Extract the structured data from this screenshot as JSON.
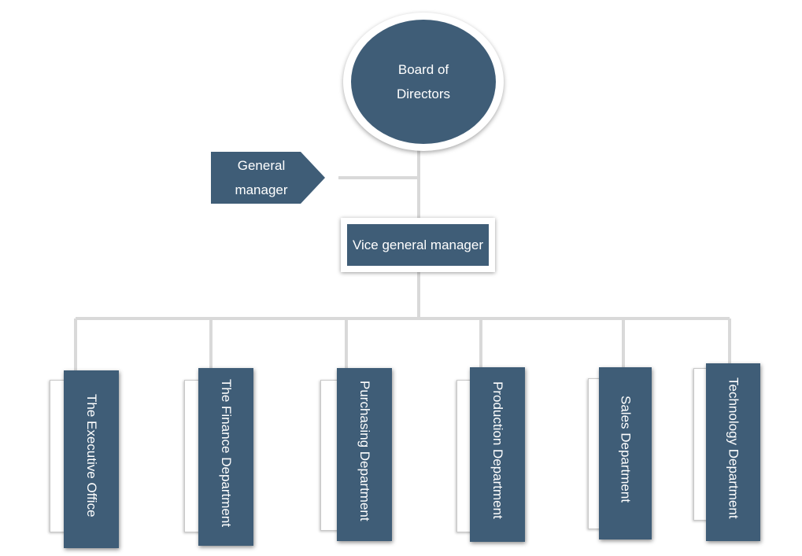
{
  "diagram": {
    "board": {
      "label": "Board of Directors"
    },
    "general_manager": {
      "label": "General manager"
    },
    "vice_general_manager": {
      "label": "Vice general manager"
    },
    "departments": [
      {
        "label": "The Executive Office"
      },
      {
        "label": "The Finance Department"
      },
      {
        "label": "Purchasing Department"
      },
      {
        "label": "Production Department"
      },
      {
        "label": "Sales Department"
      },
      {
        "label": "Technology Department"
      }
    ]
  },
  "colors": {
    "node_fill": "#3f5d77",
    "node_border": "#ffffff",
    "connector": "#d9d9d9",
    "text": "#ffffff"
  }
}
